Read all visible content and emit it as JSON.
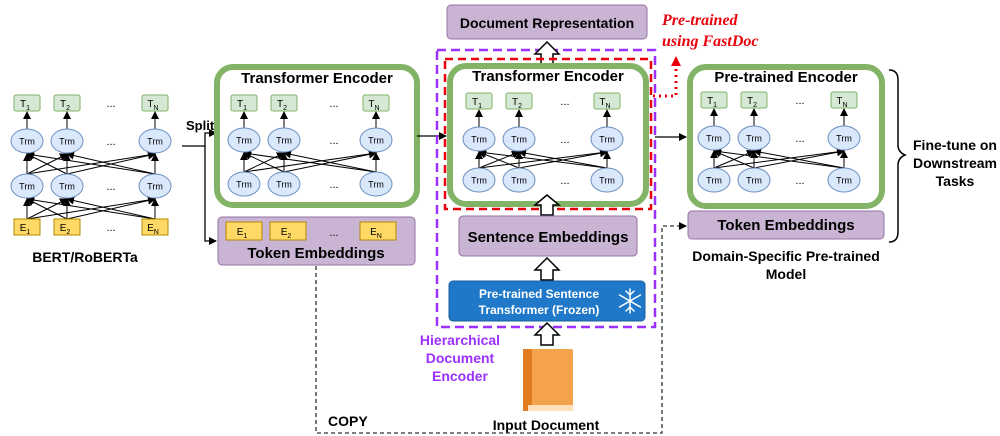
{
  "labels": {
    "bert_caption": "BERT/RoBERTa",
    "split": "Split",
    "encoder_title": "Transformer Encoder",
    "token_embeddings_left": "Token Embeddings",
    "doc_representation": "Document Representation",
    "pretrained_fastdoc_line1": "Pre-trained",
    "pretrained_fastdoc_line2": "using FastDoc",
    "center_encoder_title": "Transformer Encoder",
    "sentence_embeddings": "Sentence Embeddings",
    "sentence_transformer_line1": "Pre-trained Sentence",
    "sentence_transformer_line2": "Transformer (Frozen)",
    "hier_line1": "Hierarchical",
    "hier_line2": "Document",
    "hier_line3": "Encoder",
    "input_document": "Input Document",
    "copy": "COPY",
    "pretrained_encoder_title": "Pre-trained Encoder",
    "token_embeddings_right": "Token Embeddings",
    "domain_model_line1": "Domain-Specific Pre-trained",
    "domain_model_line2": "Model",
    "finetune_line1": "Fine-tune on",
    "finetune_line2": "Downstream",
    "finetune_line3": "Tasks"
  },
  "tokens": {
    "outputs": [
      "T",
      "T",
      "...",
      "T"
    ],
    "output_subscripts": [
      "1",
      "2",
      "",
      "N"
    ],
    "inputs": [
      "E",
      "E",
      "...",
      "E"
    ],
    "input_subscripts": [
      "1",
      "2",
      "",
      "N"
    ],
    "trm": "Trm",
    "ellipsis": "..."
  },
  "colors": {
    "green": "#82b366",
    "purple_fill": "#c9b5d3",
    "purple_stroke": "#9673a6",
    "token_fill": "#d5e8d4",
    "trm_fill": "#dae8fc",
    "trm_stroke": "#6c8ebf",
    "embed_fill": "#ffd966",
    "embed_stroke": "#b58900",
    "blue_box": "#1f78c8",
    "red": "#e8000b",
    "violet": "#9b30ff",
    "book": "#f4a24c"
  },
  "icons": [
    "snowflake-icon",
    "book-icon"
  ]
}
